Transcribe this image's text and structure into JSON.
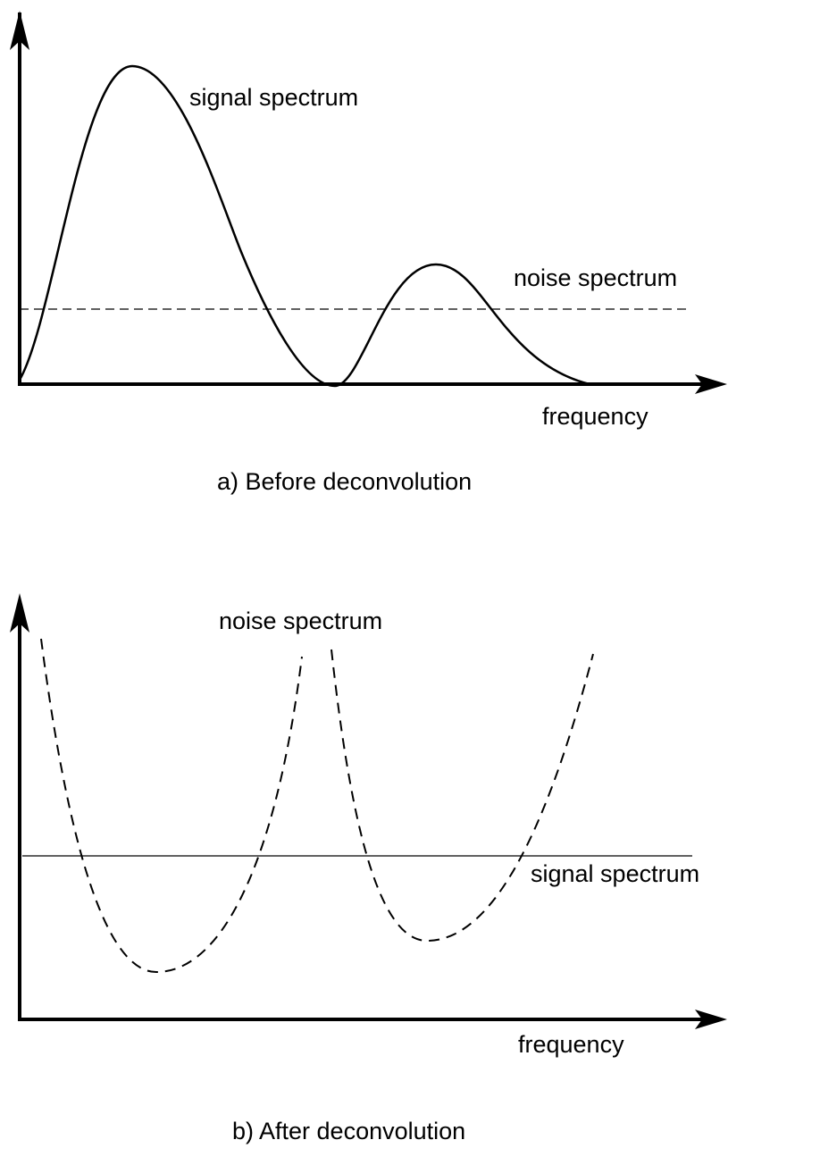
{
  "panel_a": {
    "signal_label": "signal spectrum",
    "noise_label": "noise spectrum",
    "x_axis_label": "frequency",
    "caption": "a) Before deconvolution"
  },
  "panel_b": {
    "noise_label": "noise spectrum",
    "signal_label": "signal spectrum",
    "x_axis_label": "frequency",
    "caption": "b) After deconvolution"
  },
  "colors": {
    "ink": "#000000",
    "background": "#ffffff"
  }
}
